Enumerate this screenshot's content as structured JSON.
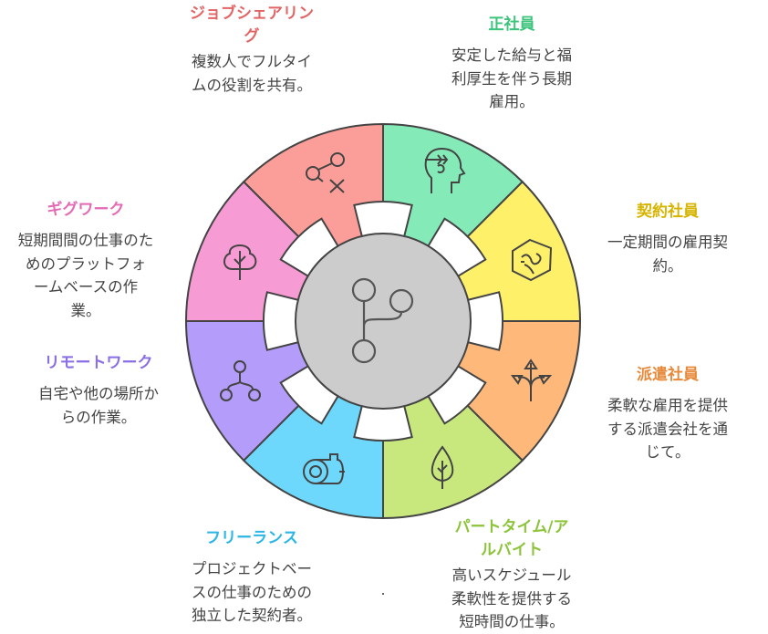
{
  "segments": [
    {
      "key": "seishain",
      "title": "正社員",
      "description": "安定した給与と福利厚生を伴う長期雇用。",
      "desc_lines": [
        "安定した給与と福",
        "利厚生を伴う長期",
        "雇用。"
      ],
      "color": "#84eab8",
      "title_color": "#3cc47c",
      "icon": "head-leaf-icon"
    },
    {
      "key": "keiyaku",
      "title": "契約社員",
      "desc_lines": [
        "一定期間の雇用契",
        "約。"
      ],
      "color": "#fff06a",
      "title_color": "#d6b400",
      "icon": "hexagon-splash-icon"
    },
    {
      "key": "haken",
      "title": "派遣社員",
      "desc_lines": [
        "柔軟な雇用を提供",
        "する派遣会社を通",
        "じて。"
      ],
      "color": "#fdb87a",
      "title_color": "#e8893a",
      "icon": "three-arrows-icon"
    },
    {
      "key": "part",
      "title_lines": [
        "パートタイム/ア",
        "ルバイト"
      ],
      "desc_lines": [
        "高いスケジュール",
        "柔軟性を提供する",
        "短時間の仕事。"
      ],
      "color": "#c8e87e",
      "title_color": "#8cc43a",
      "icon": "leaf-icon"
    },
    {
      "key": "freelance",
      "title": "フリーランス",
      "desc_lines": [
        "プロジェクトベー",
        "スの仕事のための",
        "独立した契約者。"
      ],
      "color": "#6ed8fc",
      "title_color": "#2bb6e6",
      "icon": "log-icon"
    },
    {
      "key": "remote",
      "title": "リモートワーク",
      "desc_lines": [
        "自宅や他の場所か",
        "らの作業。"
      ],
      "color": "#b49cfa",
      "title_color": "#8a6ee6",
      "icon": "network-nodes-icon"
    },
    {
      "key": "gig",
      "title": "ギグワーク",
      "desc_lines": [
        "短期間間の仕事のた",
        "めのプラットフォ",
        "ームベースの作",
        "業。"
      ],
      "color": "#f79bd4",
      "title_color": "#e46ab4",
      "icon": "tree-icon"
    },
    {
      "key": "jobshare",
      "title_lines": [
        "ジョブシェアリン",
        "グ"
      ],
      "desc_lines": [
        "複数人でフルタイ",
        "ムの役割を共有。"
      ],
      "color": "#fb9d98",
      "title_color": "#e36464",
      "icon": "share-cross-icon"
    }
  ],
  "center": {
    "icon": "branch-icon",
    "color": "#cccccc"
  }
}
